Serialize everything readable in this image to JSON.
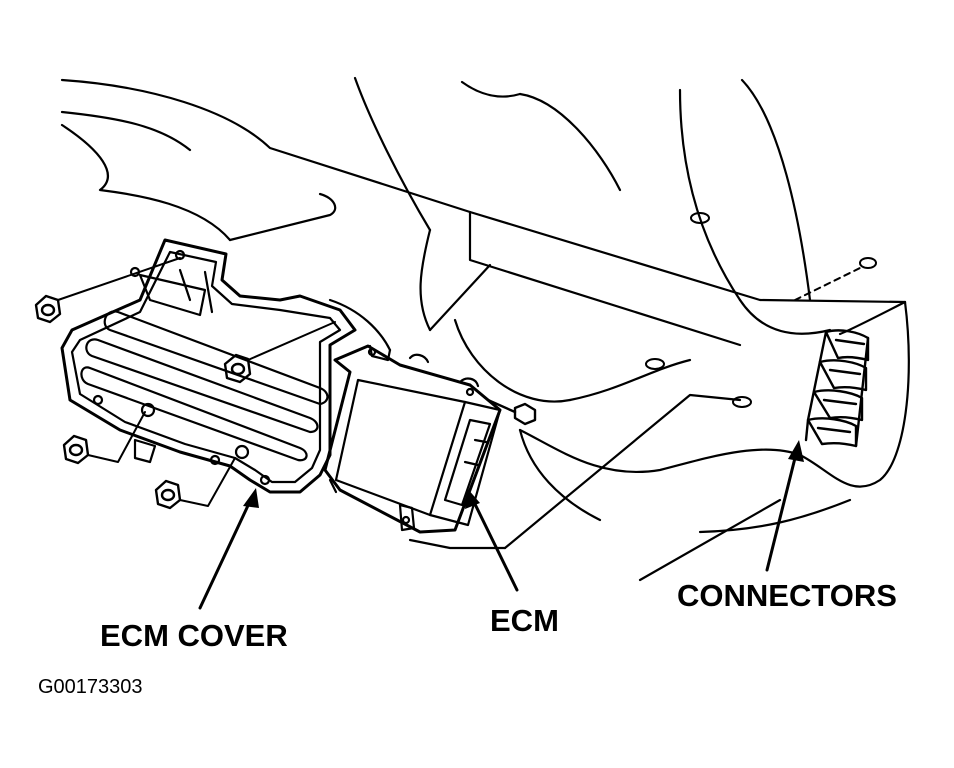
{
  "labels": {
    "ecm_cover": "ECM COVER",
    "ecm": "ECM",
    "connectors": "CONNECTORS"
  },
  "figure_id": "G00173303",
  "colors": {
    "ink": "#000000",
    "background": "#ffffff"
  }
}
